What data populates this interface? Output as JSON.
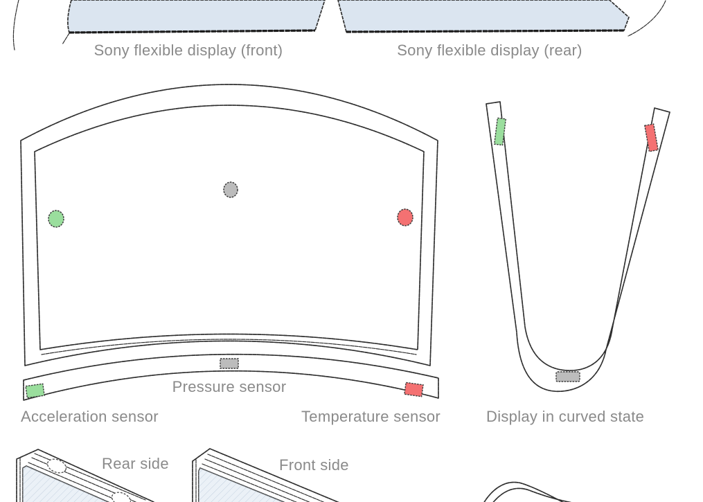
{
  "labels": {
    "sony_front": "Sony flexible display (front)",
    "sony_rear": "Sony flexible display (rear)",
    "pressure": "Pressure sensor",
    "acceleration": "Acceleration sensor",
    "temperature": "Temperature sensor",
    "curved_state": "Display in curved state",
    "rear_side": "Rear side",
    "front_side": "Front side"
  },
  "colors": {
    "acceleration_sensor": "#9ade9d",
    "temperature_sensor": "#f47172",
    "pressure_sensor": "#bcbcbc",
    "screen_blue": "#dbe5f0",
    "arch_blue": "#d9e7f6",
    "line": "#2f2f2f",
    "label_text": "#8a8a8a",
    "background": "#ffffff"
  }
}
